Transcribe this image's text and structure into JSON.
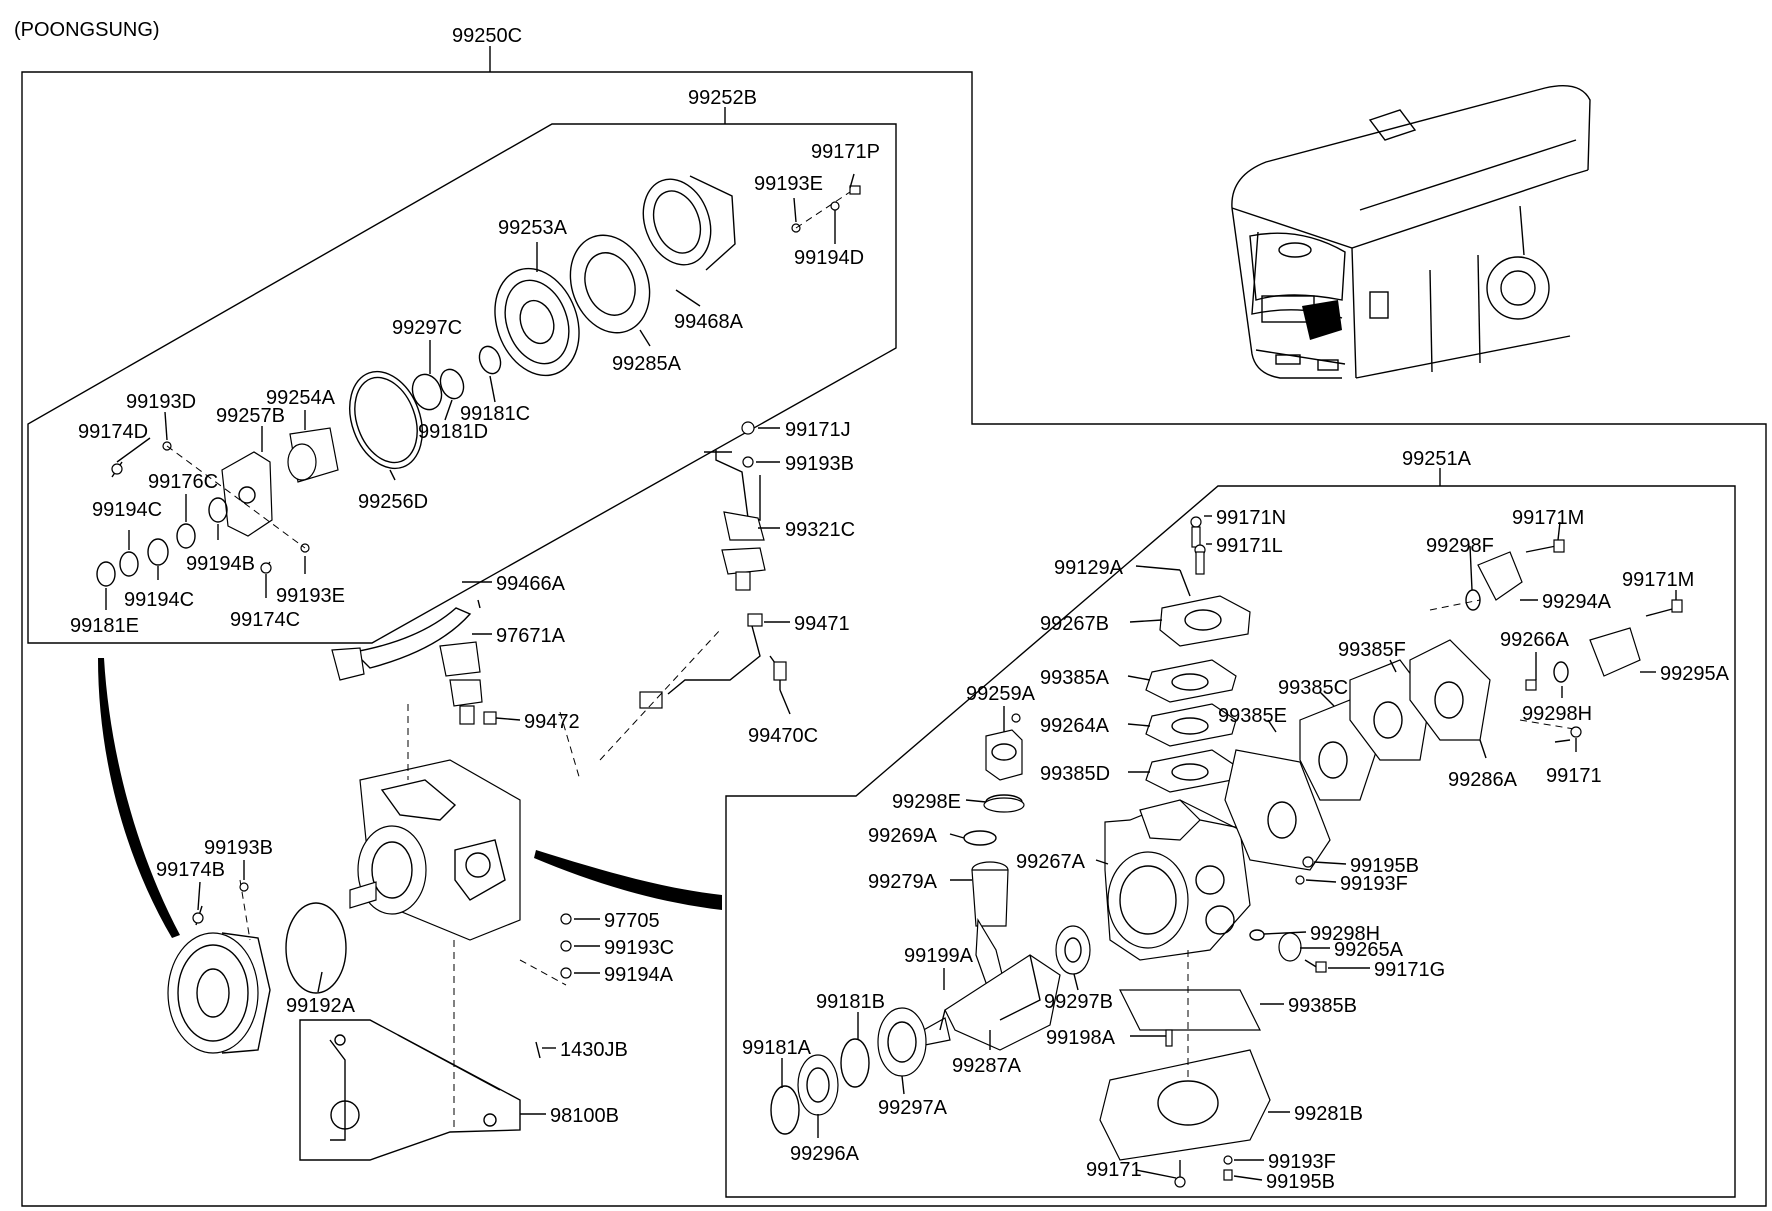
{
  "header": {
    "variant": "(POONGSUNG)"
  },
  "assemblies": {
    "main": "99250C",
    "clutch": "99252B",
    "compressor": "99251A"
  },
  "callouts": [
    "99171P",
    "99193E",
    "99194D",
    "99253A",
    "99468A",
    "99285A",
    "99297C",
    "99181C",
    "99181D",
    "99254A",
    "99256D",
    "99193D",
    "99257B",
    "99174D",
    "99176C",
    "99194C",
    "99194B",
    "99194C",
    "99193E",
    "99174C",
    "99181E",
    "99171J",
    "99193B",
    "99321C",
    "99466A",
    "97671A",
    "99471",
    "99472",
    "99470C",
    "99193B",
    "99174B",
    "99192A",
    "97705",
    "99193C",
    "99194A",
    "1430JB",
    "98100B",
    "99171N",
    "99171L",
    "99129A",
    "99267B",
    "99385A",
    "99264A",
    "99385D",
    "99259A",
    "99298E",
    "99269A",
    "99279A",
    "99267A",
    "99199A",
    "99181B",
    "99181A",
    "99296A",
    "99297A",
    "99287A",
    "99297B",
    "99198A",
    "99171",
    "99298F",
    "99171M",
    "99294A",
    "99171M",
    "99295A",
    "99266A",
    "99385F",
    "99385C",
    "99385E",
    "99298H",
    "99286A",
    "99171",
    "99195B",
    "99193F",
    "99298H",
    "99265A",
    "99171G",
    "99385B",
    "99281B",
    "99193F",
    "99195B"
  ]
}
